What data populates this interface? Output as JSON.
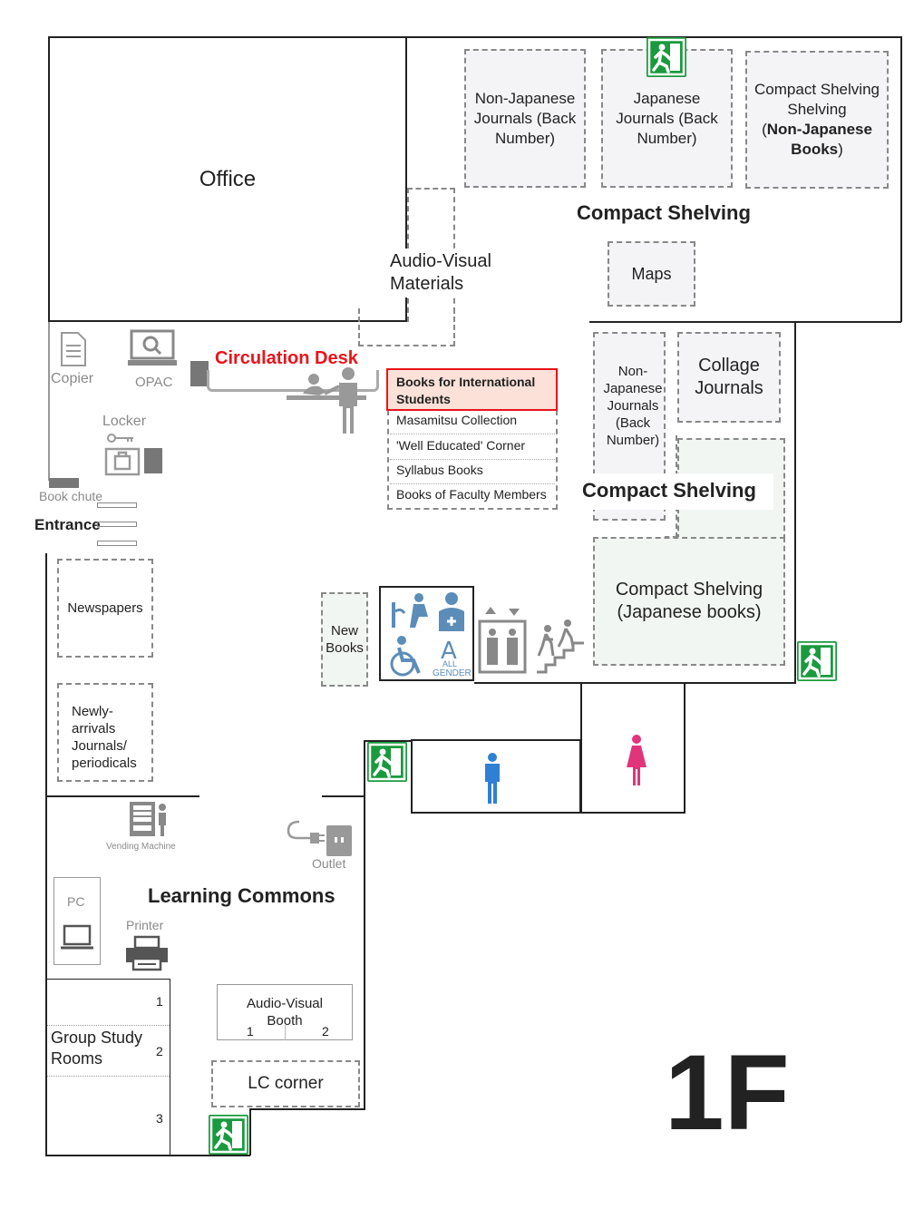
{
  "floor_label": "1F",
  "rooms": {
    "office": "Office",
    "audio_visual_materials": "Audio-Visual Materials",
    "compact_shelving_top": "Compact Shelving",
    "non_japanese_journals_back": "Non-Japanese Journals (Back Number)",
    "japanese_journals_back": "Japanese Journals (Back Number)",
    "compact_shelving_nj_books_1": "Compact Shelving",
    "compact_shelving_nj_books_2a": "(",
    "compact_shelving_nj_books_2b": "Non-Japanese",
    "compact_shelving_nj_books_3a": "Books",
    "compact_shelving_nj_books_3b": ")",
    "maps": "Maps",
    "circulation_desk": "Circulation Desk",
    "copier": "Copier",
    "opac": "OPAC",
    "locker": "Locker",
    "book_chute": "Book chute",
    "entrance": "Entrance",
    "newspapers": "Newspapers",
    "newly_arrivals": "Newly-arrivals Journals/ periodicals",
    "new_books": "New Books",
    "non_japanese_journals_back_2": "Non-Japanese Journals (Back Number)",
    "collage_journals": "Collage Journals",
    "compact_shelving_mid": "Compact Shelving",
    "compact_shelving_japanese_1": "Compact Shelving",
    "compact_shelving_japanese_2": "(Japanese books)",
    "all_gender_1": "ALL",
    "all_gender_2": "GENDER",
    "vending_machine": "Vending Machine",
    "outlet": "Outlet",
    "learning_commons": "Learning Commons",
    "pc": "PC",
    "printer": "Printer",
    "group_study_rooms": "Group Study Rooms",
    "group_room_1": "1",
    "group_room_2": "2",
    "group_room_3": "3",
    "av_booth": "Audio-Visual Booth",
    "av_booth_1": "1",
    "av_booth_2": "2",
    "lc_corner": "LC corner"
  },
  "book_list": {
    "header": "Books for International Students",
    "items": [
      "Masamitsu Collection",
      "'Well Educated' Corner",
      "Syllabus Books",
      "Books of Faculty Members"
    ]
  },
  "colors": {
    "circulation": "#e8141b",
    "exit_green": "#1a9a3e",
    "male_blue": "#2f7fd4",
    "female_pink": "#e0357a",
    "header_fill": "#fbe1d8"
  },
  "icons": {
    "exit": "emergency-exit-icon",
    "male": "male-restroom-icon",
    "female": "female-restroom-icon",
    "elevator": "elevator-icon",
    "stairs": "stairs-icon",
    "accessible": "accessible-restroom-icon"
  }
}
